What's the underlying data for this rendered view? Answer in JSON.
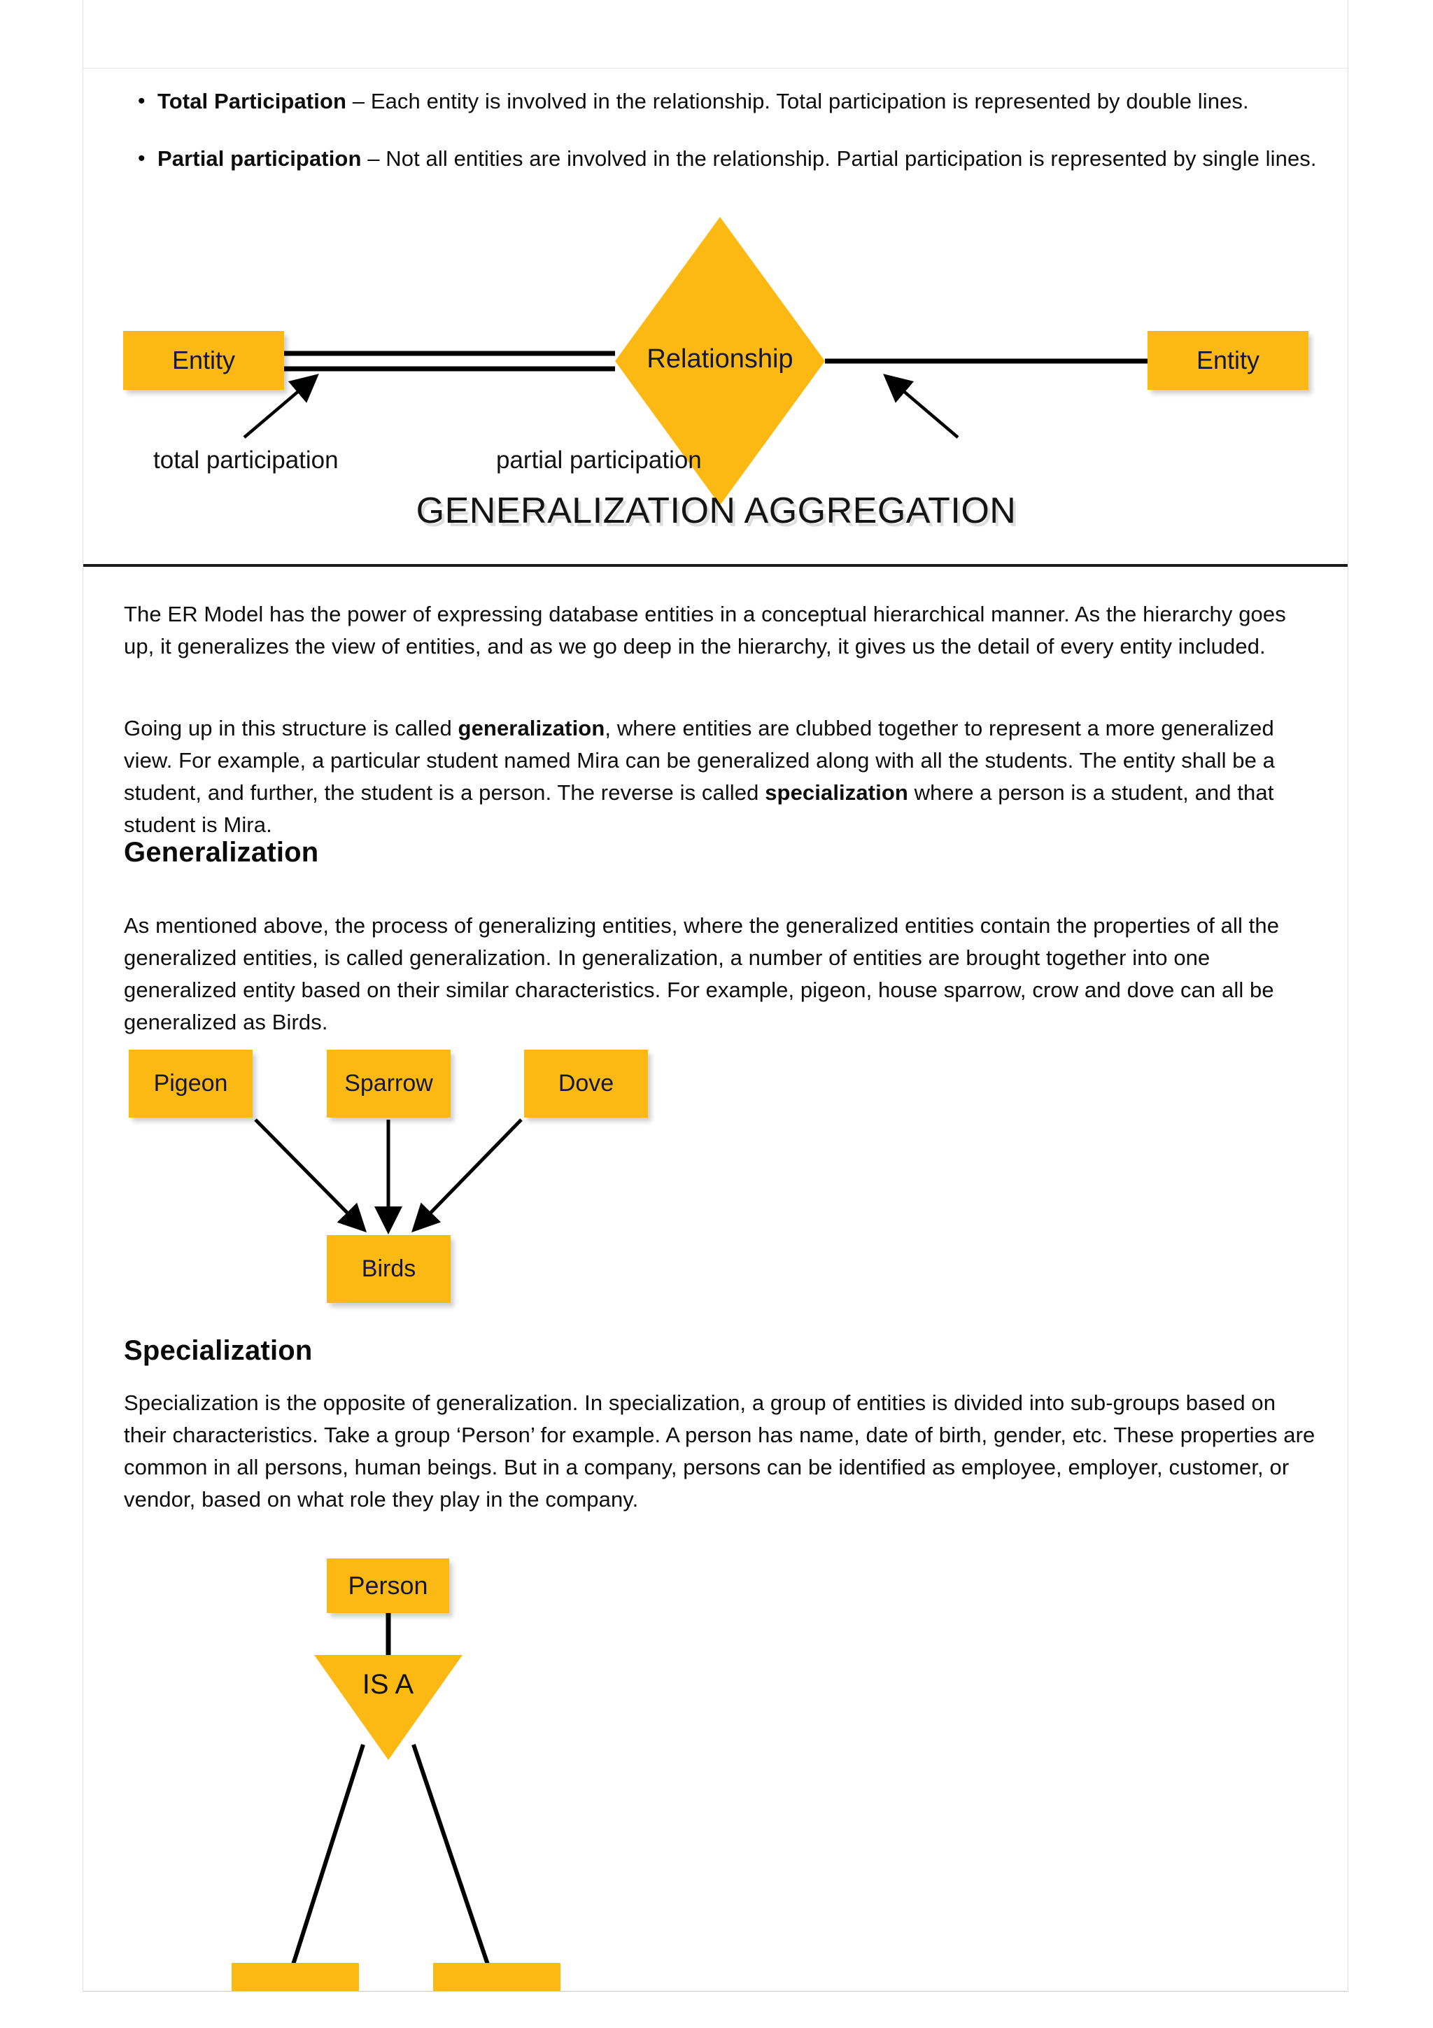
{
  "document": {
    "bullets": [
      {
        "term": "Total Participation",
        "dash": " – ",
        "text": "Each entity is involved in the relationship. Total participation is represented by double lines."
      },
      {
        "term": "Partial participation",
        "dash": " – ",
        "text": "Not all entities are involved in the relationship. Partial participation is represented by single lines."
      }
    ],
    "bullet_marker": "•",
    "er_diagram": {
      "title": "GENERALIZATION AGGREGATION",
      "entity_left": "Entity",
      "entity_right": "Entity",
      "relationship": "Relationship",
      "label_total": "total participation",
      "label_partial": "partial participation"
    },
    "paragraphs": {
      "intro": "The ER Model has the power of expressing database entities in a conceptual hierarchical manner. As the hierarchy goes up, it generalizes the view of entities, and as we go deep in the hierarchy, it gives us the detail of every entity included.",
      "generalization_lead_a": "Going up in this structure is called ",
      "generalization_bold": "generalization",
      "generalization_lead_b": ", where entities are clubbed together to represent a more generalized view. For example, a particular student named Mira can be generalized along with all the students. The entity shall be a student, and further, the student is a person. The reverse is called ",
      "specialization_bold": "specialization",
      "generalization_lead_c": " where a person is a student, and that student is Mira.",
      "generalization_body": "As mentioned above, the process of generalizing entities, where the generalized entities contain the properties of all the generalized entities, is called generalization. In generalization, a number of entities are brought together into one generalized entity based on their similar characteristics. For example, pigeon, house sparrow, crow and dove can all be generalized as Birds.",
      "specialization_body": "Specialization is the opposite of generalization. In specialization, a group of entities is divided into sub-groups based on their characteristics. Take a group ‘Person’ for example. A person has name, date of birth, gender, etc. These properties are common in all persons, human beings. But in a company, persons can be identified as employee, employer, customer, or vendor, based on what role they play in the company."
    },
    "headings": {
      "generalization": "Generalization",
      "specialization": "Specialization"
    },
    "generalization_diagram": {
      "children": [
        "Pigeon",
        "Sparrow",
        "Dove"
      ],
      "parent": "Birds"
    },
    "specialization_diagram": {
      "parent": "Person",
      "relationship": "IS A"
    },
    "colors": {
      "entity_fill": "#FCB913",
      "entity_text": "#15173a",
      "line": "#000000",
      "rule": "#1a1a1a"
    }
  }
}
